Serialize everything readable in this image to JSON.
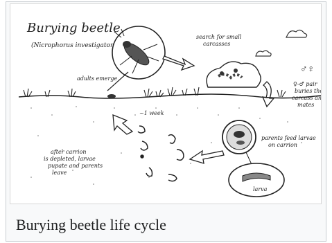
{
  "figure": {
    "title": "Burying beetle",
    "species": "(Nicrophorus investigator)",
    "caption": "Burying beetle life cycle",
    "stages": {
      "search": [
        "search for small",
        "carcasses"
      ],
      "pair": [
        "♀-♂ pair",
        "buries the",
        "carcass and",
        "mates"
      ],
      "feed": [
        "parents feed larvae",
        "on carrion"
      ],
      "larva": "larva",
      "depleted": [
        "after carrion",
        "is depleted, larvae",
        "pupate and parents",
        "leave"
      ],
      "time": "~1 week",
      "emerge": "adults emerge"
    }
  }
}
